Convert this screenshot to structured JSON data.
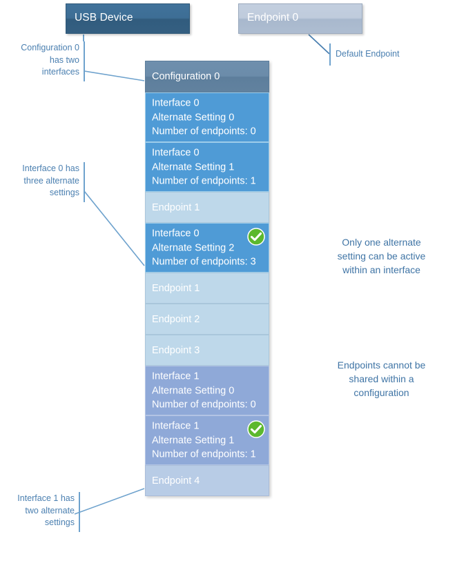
{
  "diagram": {
    "title": "USB Device configuration / interface / endpoint hierarchy",
    "colors": {
      "device_box": "#3d6e95",
      "endpoint0_box": "#bfcbdc",
      "configuration_box": "#6b8caa",
      "interface0_box": "#4f9bd6",
      "interface1_box": "#8fa9d8",
      "endpoint_row": "#bed8ea",
      "annotation_text": "#4a7fb0",
      "connector_line": "#6ea2cd",
      "check_badge": "#5cb82e"
    },
    "top_boxes": {
      "device": "USB Device",
      "endpoint0": "Endpoint 0"
    },
    "rows": [
      {
        "kind": "configuration",
        "label": "Configuration 0",
        "checked": false
      },
      {
        "kind": "interface0",
        "label": "Interface 0\nAlternate Setting 0\nNumber of endpoints: 0",
        "checked": false
      },
      {
        "kind": "interface0",
        "label": "Interface 0\nAlternate Setting 1\nNumber of endpoints: 1",
        "checked": false
      },
      {
        "kind": "endpoint",
        "label": "Endpoint 1",
        "checked": false
      },
      {
        "kind": "interface0",
        "label": "Interface 0\nAlternate Setting 2\nNumber of endpoints: 3",
        "checked": true
      },
      {
        "kind": "endpoint",
        "label": "Endpoint 1",
        "checked": false
      },
      {
        "kind": "endpoint",
        "label": "Endpoint 2",
        "checked": false
      },
      {
        "kind": "endpoint",
        "label": "Endpoint 3",
        "checked": false
      },
      {
        "kind": "interface1",
        "label": "Interface 1\nAlternate Setting 0\nNumber of endpoints: 0",
        "checked": false
      },
      {
        "kind": "interface1",
        "label": "Interface 1\nAlternate Setting 1\nNumber of endpoints: 1",
        "checked": true
      },
      {
        "kind": "endpoint-alt",
        "label": "Endpoint 4",
        "checked": false
      }
    ],
    "annotations": {
      "config_interfaces": "Configuration 0\nhas two\ninterfaces",
      "iface0_settings": "Interface 0 has\nthree alternate\nsettings",
      "iface1_settings": "Interface 1 has\ntwo alternate\nsettings",
      "default_endpoint": "Default Endpoint",
      "only_one_active": "Only one alternate\nsetting can be active\nwithin an interface",
      "no_sharing": "Endpoints cannot be\nshared within a\nconfiguration"
    }
  }
}
